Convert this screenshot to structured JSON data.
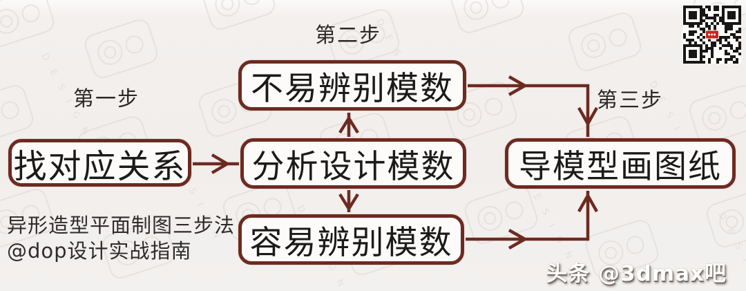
{
  "labels": {
    "step1": "第一步",
    "step2": "第二步",
    "step3": "第三步"
  },
  "boxes": {
    "find": "找对应关系",
    "analyze": "分析设计模数",
    "hard": "不易辨别模数",
    "easy": "容易辨别模数",
    "export": "导模型画图纸"
  },
  "caption": {
    "line1": "异形造型平面制图三步法",
    "line2": "@dop设计实战指南"
  },
  "watermarks": {
    "toutiao": "头条 @3dmax吧"
  },
  "colors": {
    "accent": "#6e2a20",
    "box_fill": "#fcfbfa",
    "background": "#f1eeec",
    "text": "#1c1a19",
    "qr_logo_red": "#c5271f"
  }
}
